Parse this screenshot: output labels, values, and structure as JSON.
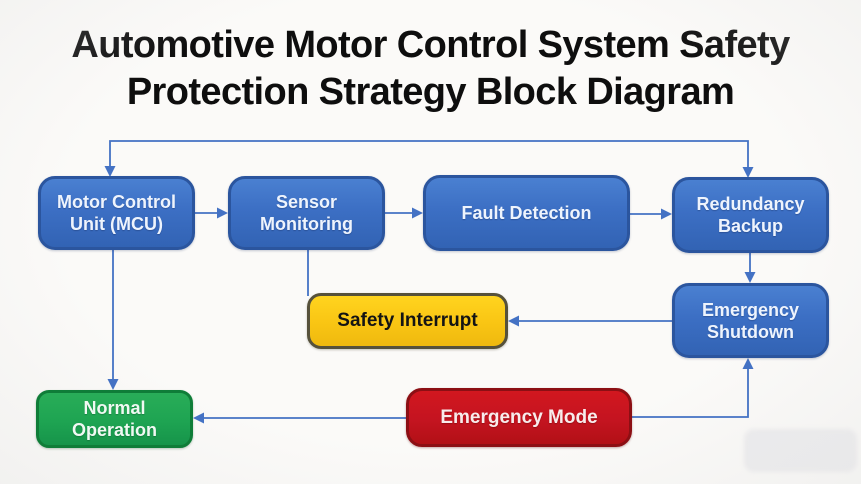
{
  "title": {
    "line1": "Automotive Motor Control System Safety",
    "line2": "Protection Strategy Block Diagram"
  },
  "nodes": {
    "mcu": {
      "line1": "Motor Control",
      "line2": "Unit (MCU)",
      "fill": "#3c6fc4",
      "border": "#2b559e",
      "text_color": "#eef4fd"
    },
    "sensor": {
      "line1": "Sensor",
      "line2": "Monitoring",
      "fill": "#3c6fc4",
      "border": "#2b559e",
      "text_color": "#eef4fd"
    },
    "fault": {
      "line1": "Fault Detection",
      "line2": "",
      "fill": "#3c6fc4",
      "border": "#2b559e",
      "text_color": "#eef4fd"
    },
    "redundancy": {
      "line1": "Redundancy",
      "line2": "Backup",
      "fill": "#3c6fc4",
      "border": "#2b559e",
      "text_color": "#eef4fd"
    },
    "shutdown": {
      "line1": "Emergency",
      "line2": "Shutdown",
      "fill": "#3c6fc4",
      "border": "#2b559e",
      "text_color": "#eef4fd"
    },
    "interrupt": {
      "line1": "Safety Interrupt",
      "line2": "",
      "fill": "#f9c513",
      "border": "#56513b",
      "text_color": "#141414"
    },
    "normal": {
      "line1": "Normal",
      "line2": "Operation",
      "fill": "#1ea452",
      "border": "#0f7d38",
      "text_color": "#f0f9f3"
    },
    "emergency": {
      "line1": "Emergency Mode",
      "line2": "",
      "fill": "#c41420",
      "border": "#8c0f14",
      "text_color": "#f8ecec"
    }
  },
  "edges": [
    {
      "from": "feedback-line",
      "to": "mcu",
      "arrow": "down"
    },
    {
      "from": "feedback-line",
      "to": "redundancy",
      "arrow": "down"
    },
    {
      "from": "mcu",
      "to": "sensor",
      "arrow": "right"
    },
    {
      "from": "sensor",
      "to": "fault",
      "arrow": "right"
    },
    {
      "from": "fault",
      "to": "redundancy",
      "arrow": "right"
    },
    {
      "from": "redundancy",
      "to": "shutdown",
      "arrow": "down"
    },
    {
      "from": "shutdown",
      "to": "interrupt",
      "arrow": "left"
    },
    {
      "from": "sensor",
      "to": "interrupt",
      "arrow": "none"
    },
    {
      "from": "mcu",
      "to": "normal",
      "arrow": "down"
    },
    {
      "from": "emergency",
      "to": "normal",
      "arrow": "left"
    },
    {
      "from": "emergency",
      "to": "shutdown",
      "arrow": "up"
    }
  ],
  "palette": {
    "connector": "#4472c4",
    "background": "#fbfaf8",
    "title_color": "#0e0e0e",
    "blue_fill": "#3c6fc4",
    "blue_border": "#2b559e",
    "yellow_fill": "#f9c513",
    "yellow_border": "#56513b",
    "green_fill": "#1ea452",
    "green_border": "#0f7d38",
    "red_fill": "#c41420",
    "red_border": "#8c0f14"
  }
}
